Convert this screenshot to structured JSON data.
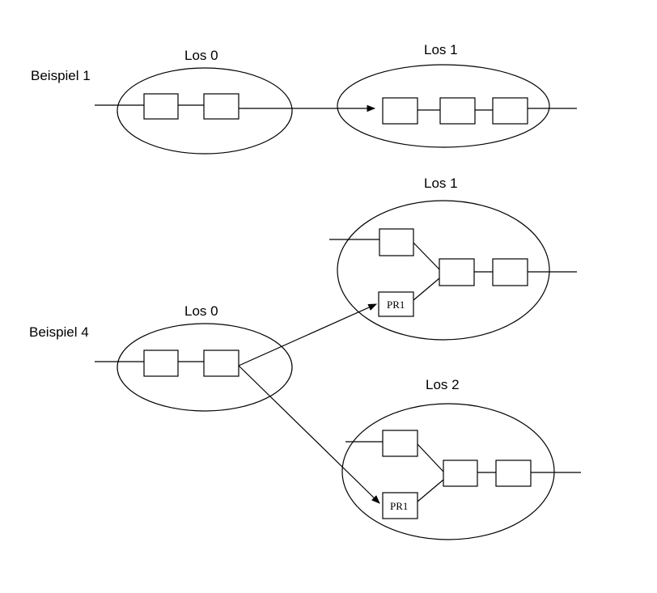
{
  "example1": {
    "label": "Beispiel 1",
    "lot_a": "Los 0",
    "lot_b": "Los 1"
  },
  "example4": {
    "label": "Beispiel 4",
    "lot_a": "Los 0",
    "lot_b": "Los 1",
    "lot_c": "Los 2",
    "pr_box_b": "PR1",
    "pr_box_c": "PR1"
  }
}
